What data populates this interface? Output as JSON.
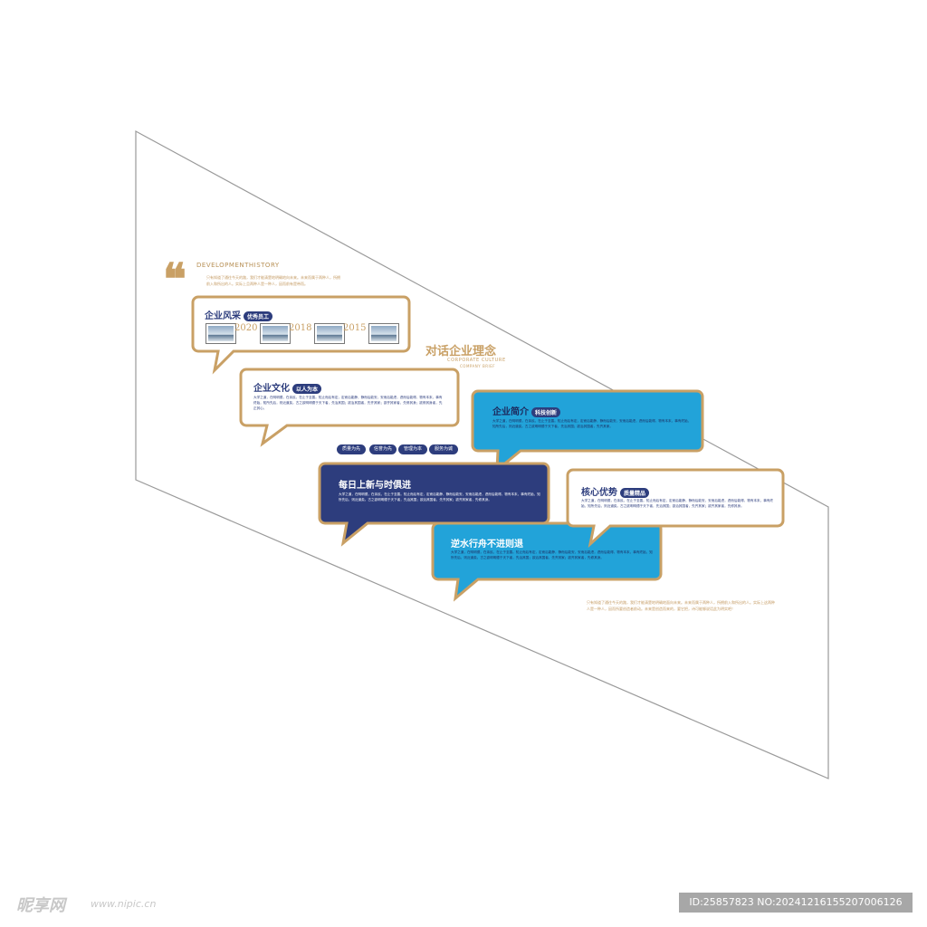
{
  "header": {
    "heading_en": "DEVELOPMENTHISTORY",
    "intro": "只有知道了通往今天的路，我们才能清楚地明确地向未来。未来而属于两种人，所拥前入和所出的人。实际上且两种人是一种人，因而前有是带而。"
  },
  "main_title": {
    "cn": "对话企业理念",
    "en_line1": "CORPORATE CULTURE",
    "en_line2": "COMPANY BRIEF"
  },
  "bubble_style": {
    "heading": "企业风采",
    "tag": "优秀员工",
    "years": [
      "2020",
      "2018",
      "2015"
    ]
  },
  "bubble_culture": {
    "heading": "企业文化",
    "tag": "以人为本",
    "body": "大学之道，在明明德，在亲民，在止于至善。知止而后有定，定而后能静，静而后能安，安而后能虑，虑而后能得。物有本末，事有终始，知所先后，则近道矣。古之欲明明德于天下者，先治其国；欲治其国者，先齐其家；欲齐其家者，先修其身；欲修其身者，先正其心。"
  },
  "bubble_intro": {
    "heading": "企业简介",
    "tag": "科技创新",
    "body": "大学之道，在明明德，在亲民，在止于至善。知止而后有定，定而后能静，静而后能安，安而后能虑，虑而后能得。物有本末，事有终始，知所先后，则近道矣。古之欲明明德于天下者，先治其国；欲治其国者，先齐其家。"
  },
  "pills": [
    "质量为先",
    "信誉为先",
    "管理为本",
    "服务为诚"
  ],
  "bubble_daily": {
    "heading": "每日上新与时俱进",
    "body": "大学之道，在明明德，在亲民，在止于至善。知止而后有定，定而后能静，静而后能安，安而后能虑，虑而后能得。物有本末，事有终始，知所先后，则近道矣。古之欲明明德于天下者，先治其国；欲治其国者，先齐其家；欲齐其家者，先修其身。"
  },
  "bubble_core": {
    "heading": "核心优势",
    "tag": "质量精品",
    "body": "大学之道，在明明德，在亲民，在止于至善。知止而后有定，定而后能静，静而后能安，安而后能虑，虑而后能得。物有本末，事有终始，知所先后，则近道矣。古之欲明明德于天下者，先治其国；欲治其国者，先齐其家；欲齐其家者，先修其身。"
  },
  "bubble_forward": {
    "heading": "逆水行舟不进则退",
    "body": "大学之道，在明明德，在亲民，在止于至善。知止而后有定，定而后能静，静而后能安，安而后能虑，虑而后能得。物有本末，事有终始，知所先后，则近道矣。古之欲明明德于天下者，先治其国；欲治其国者，先齐其家；欲齐其家者，先修其身。"
  },
  "footer_text": "只有知道了通往今天的路，我们才能清楚地明确地面向未来。未来而属于两种人，所拥前入和所出的人。实际上这两种人是一种人，因而所要创造者前动。未来是创造而来的，要它把，诗可能够说话此为明实吧！",
  "watermark": {
    "logo": "昵享网",
    "url": "www.nipic.cn",
    "id": "ID:25857823 NO:20241216155207006126"
  },
  "colors": {
    "gold": "#c9a065",
    "navy": "#2d3d7d",
    "sky": "#22a3d9"
  }
}
